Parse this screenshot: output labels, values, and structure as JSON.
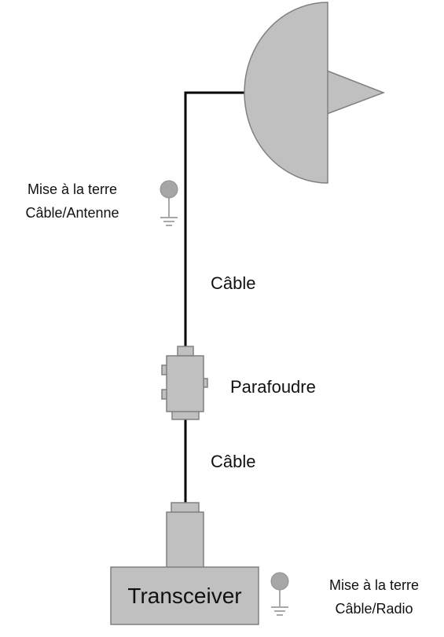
{
  "labels": {
    "ground_antenna": [
      "Mise à la terre",
      "Câble/Antenne"
    ],
    "cable_upper": "Câble",
    "surge_arrester": "Parafoudre",
    "cable_lower": "Câble",
    "transceiver": "Transceiver",
    "ground_radio": [
      "Mise à la terre",
      "Câble/Radio"
    ]
  },
  "colors": {
    "fill": "#c0c0c0",
    "stroke": "#808080",
    "cable": "#000000",
    "text": "#111111"
  }
}
